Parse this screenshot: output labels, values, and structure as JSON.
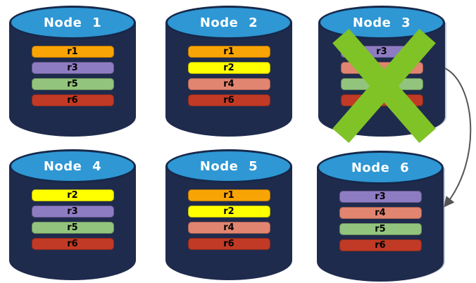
{
  "cylinder": {
    "top_color": "#2E97D4",
    "body_color": "#1F2B4D",
    "title_color": "#FFFFFF"
  },
  "nodes": [
    {
      "name": "Node 1",
      "failed": false,
      "rows": [
        {
          "label": "r1",
          "color": "#F9A406"
        },
        {
          "label": "r3",
          "color": "#8E7CC3"
        },
        {
          "label": "r5",
          "color": "#93C47D"
        },
        {
          "label": "r6",
          "color": "#C03A26"
        }
      ]
    },
    {
      "name": "Node 2",
      "failed": false,
      "rows": [
        {
          "label": "r1",
          "color": "#F9A406"
        },
        {
          "label": "r2",
          "color": "#FFFF00"
        },
        {
          "label": "r4",
          "color": "#E28570"
        },
        {
          "label": "r6",
          "color": "#C03A26"
        }
      ]
    },
    {
      "name": "Node 3",
      "failed": true,
      "rows": [
        {
          "label": "r3",
          "color": "#8E7CC3"
        },
        {
          "label": "",
          "color": "#E28570"
        },
        {
          "label": "",
          "color": "#93C47D"
        },
        {
          "label": "",
          "color": "#C03A26"
        }
      ]
    },
    {
      "name": "Node 4",
      "failed": false,
      "rows": [
        {
          "label": "r2",
          "color": "#FFFF00"
        },
        {
          "label": "r3",
          "color": "#8E7CC3"
        },
        {
          "label": "r5",
          "color": "#93C47D"
        },
        {
          "label": "r6",
          "color": "#C03A26"
        }
      ]
    },
    {
      "name": "Node 5",
      "failed": false,
      "rows": [
        {
          "label": "r1",
          "color": "#F9A406"
        },
        {
          "label": "r2",
          "color": "#FFFF00"
        },
        {
          "label": "r4",
          "color": "#E28570"
        },
        {
          "label": "r6",
          "color": "#C03A26"
        }
      ]
    },
    {
      "name": "Node 6",
      "failed": false,
      "rows": [
        {
          "label": "r3",
          "color": "#8E7CC3"
        },
        {
          "label": "r4",
          "color": "#E28570"
        },
        {
          "label": "r5",
          "color": "#93C47D"
        },
        {
          "label": "r6",
          "color": "#C03A26"
        }
      ]
    }
  ],
  "failure_mark": {
    "shape": "X",
    "color": "#80C327",
    "on_node": "Node 3"
  },
  "arrow": {
    "from_node": "Node 3",
    "to_node": "Node 6",
    "color": "#555555"
  }
}
